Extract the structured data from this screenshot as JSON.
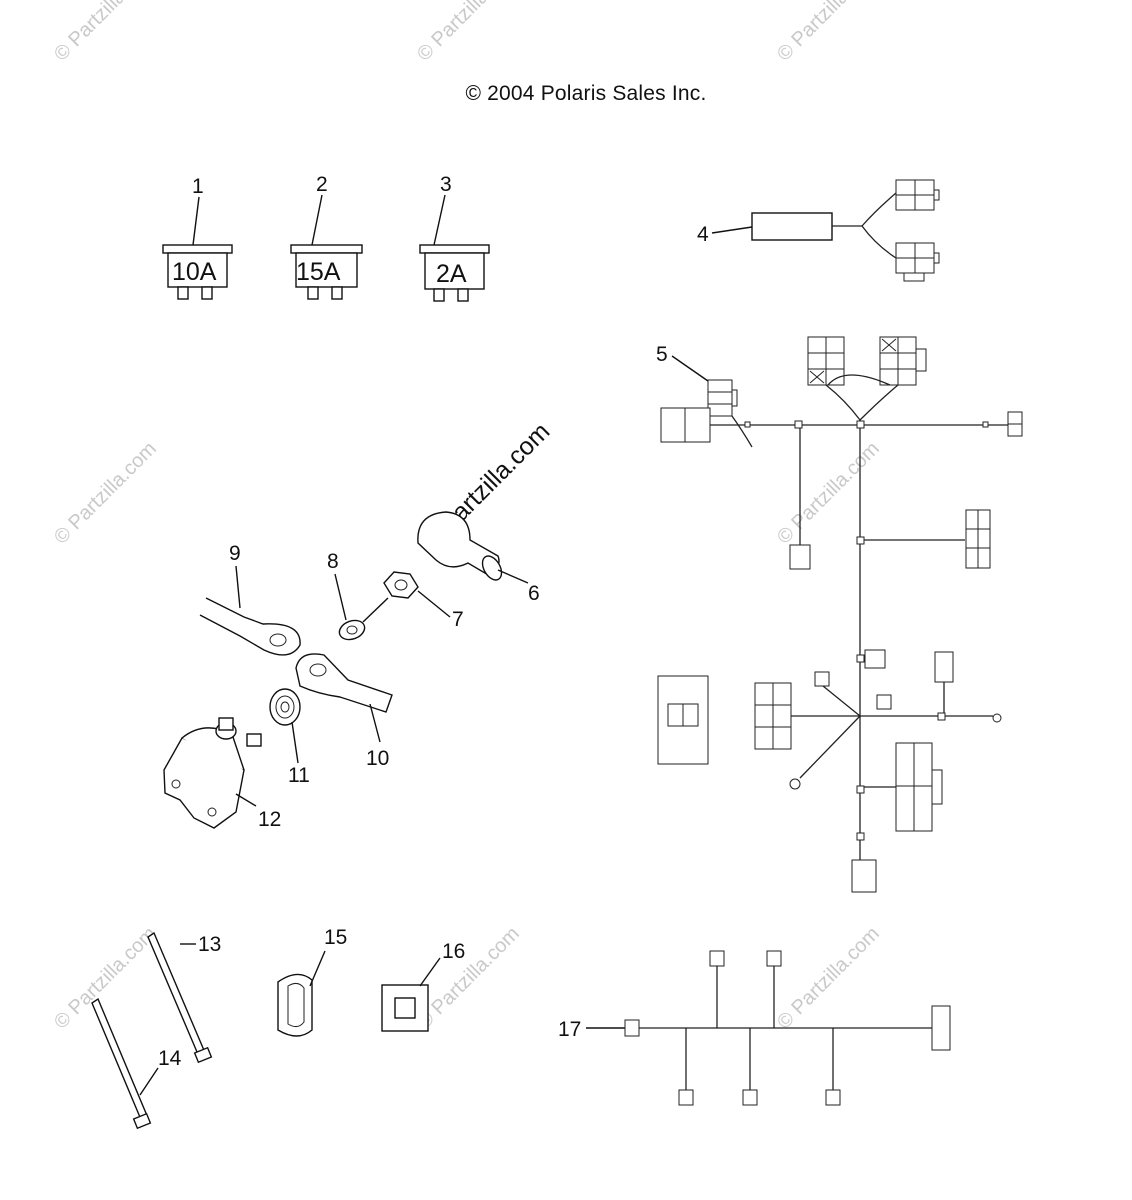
{
  "header": {
    "copyright": "© 2004 Polaris Sales Inc."
  },
  "watermark": {
    "small": "© Partzilla.com",
    "large": "© Partzilla.com"
  },
  "fuses": [
    {
      "callout": "1",
      "rating": "10A"
    },
    {
      "callout": "2",
      "rating": "15A"
    },
    {
      "callout": "3",
      "rating": "2A"
    }
  ],
  "callouts": [
    "4",
    "5",
    "6",
    "7",
    "8",
    "9",
    "10",
    "11",
    "12",
    "13",
    "14",
    "15",
    "16",
    "17"
  ]
}
